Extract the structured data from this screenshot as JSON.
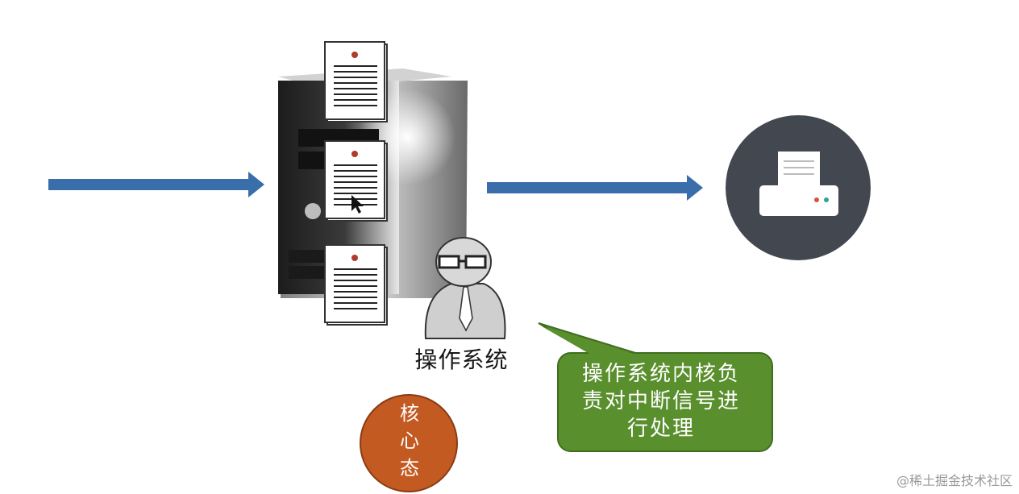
{
  "diagram": {
    "os_label": "操作系统",
    "callout_text": "操作系统内核负\n责对中断信号进\n行处理",
    "kernel_mode_text": "核\n心\n态",
    "watermark": "@稀土掘金技术社区"
  },
  "nodes": {
    "server": "server-tower",
    "documents": [
      "document-icon",
      "document-icon",
      "document-icon"
    ],
    "operator": "operating-system-person-icon",
    "printer": "printer-icon"
  },
  "colors": {
    "arrow": "#3a6eaa",
    "callout": "#5a8f2e",
    "kernel_circle": "#c35a22",
    "printer_circle": "#434750",
    "server_body": "#2b2b2b"
  }
}
